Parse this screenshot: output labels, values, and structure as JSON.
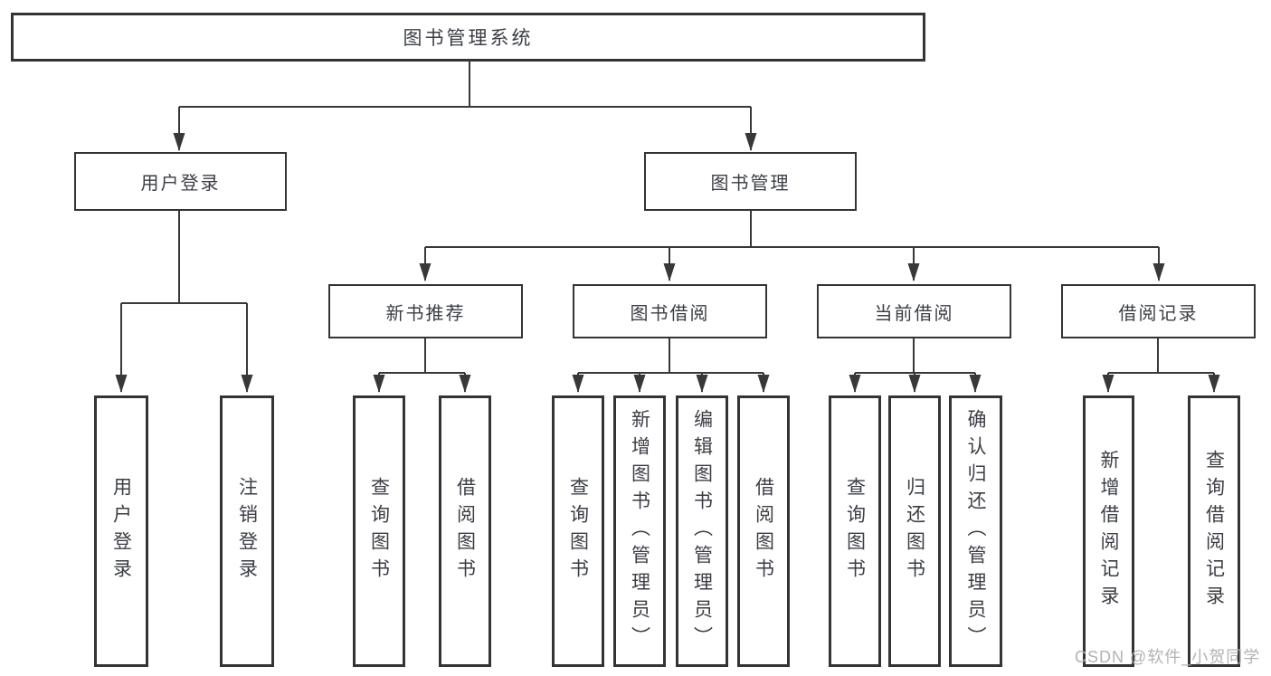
{
  "diagram": {
    "root": {
      "label": "图书管理系统"
    },
    "level2": [
      {
        "label": "用户登录"
      },
      {
        "label": "图书管理"
      }
    ],
    "level3": [
      {
        "label": "新书推荐",
        "parent": "图书管理"
      },
      {
        "label": "图书借阅",
        "parent": "图书管理"
      },
      {
        "label": "当前借阅",
        "parent": "图书管理"
      },
      {
        "label": "借阅记录",
        "parent": "图书管理"
      }
    ],
    "level4": [
      {
        "label": "用户登录",
        "parent": "用户登录"
      },
      {
        "label": "注销登录",
        "parent": "用户登录"
      },
      {
        "label": "查询图书",
        "parent": "新书推荐"
      },
      {
        "label": "借阅图书",
        "parent": "新书推荐"
      },
      {
        "label": "查询图书",
        "parent": "图书借阅"
      },
      {
        "label": "新增图书（管理员）",
        "parent": "图书借阅"
      },
      {
        "label": "编辑图书（管理员）",
        "parent": "图书借阅"
      },
      {
        "label": "借阅图书",
        "parent": "图书借阅"
      },
      {
        "label": "查询图书",
        "parent": "当前借阅"
      },
      {
        "label": "归还图书",
        "parent": "当前借阅"
      },
      {
        "label": "确认归还（管理员）",
        "parent": "当前借阅"
      },
      {
        "label": "新增借阅记录",
        "parent": "借阅记录"
      },
      {
        "label": "查询借阅记录",
        "parent": "借阅记录"
      }
    ],
    "colors": {
      "line": "#383838",
      "box_border": "#343434",
      "text": "#3b3e45",
      "background": "#ffffff"
    }
  },
  "watermark": {
    "text": "CSDN @软件_小贺同学",
    "color": "#b3b3b3"
  }
}
